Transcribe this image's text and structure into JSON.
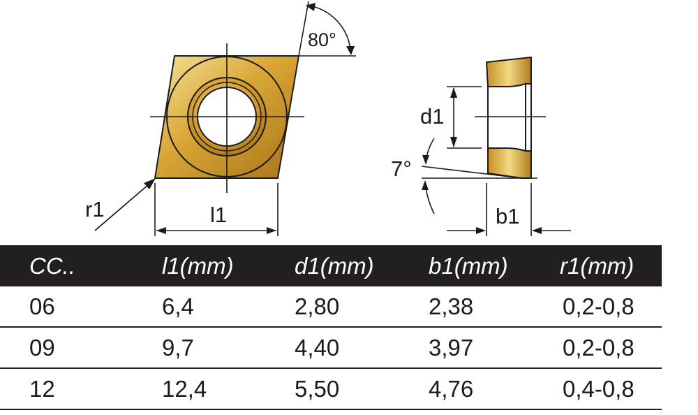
{
  "diagram": {
    "front_view": {
      "angle_label": "80°",
      "radius_label": "r1",
      "length_label": "l1"
    },
    "side_view": {
      "bore_label": "d1",
      "clearance_angle_label": "7°",
      "thickness_label": "b1"
    },
    "colors": {
      "insert_gold": "#d9a535",
      "insert_light": "#f6e39a",
      "insert_dark": "#9a6a12",
      "line": "#1a1a1a"
    }
  },
  "table": {
    "headers": [
      "CC..",
      "l1(mm)",
      "d1(mm)",
      "b1(mm)",
      "r1(mm)"
    ],
    "rows": [
      [
        "06",
        "6,4",
        "2,80",
        "2,38",
        "0,2-0,8"
      ],
      [
        "09",
        "9,7",
        "4,40",
        "3,97",
        "0,2-0,8"
      ],
      [
        "12",
        "12,4",
        "5,50",
        "4,76",
        "0,4-0,8"
      ]
    ],
    "header_bg": "#231f20"
  }
}
